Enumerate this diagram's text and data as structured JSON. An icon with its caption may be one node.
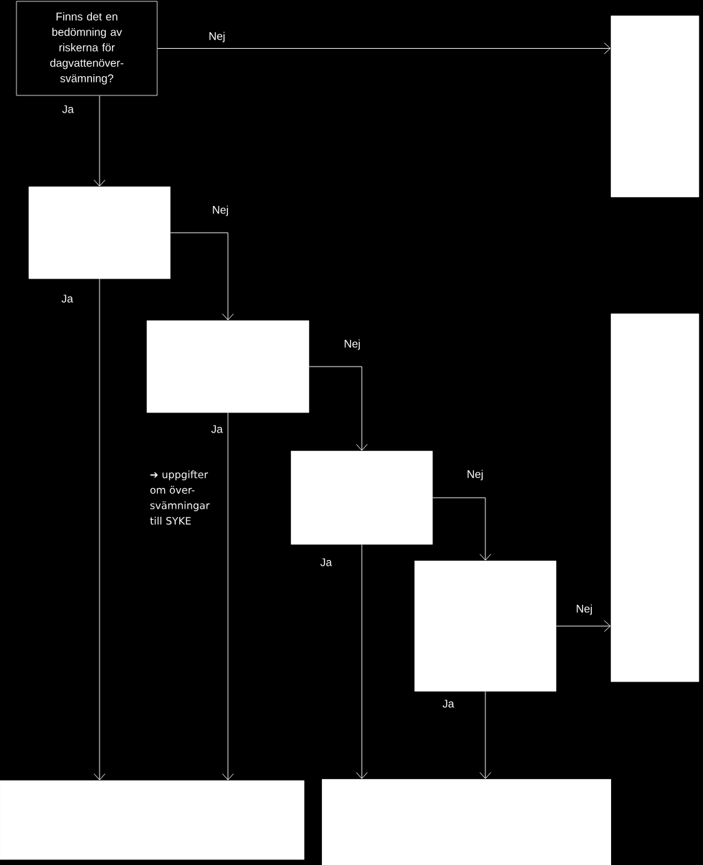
{
  "diagram": {
    "nodes": [
      {
        "text": [
          "Finns det en bedömning av riskerna för dagvattenöver- svämning?"
        ]
      },
      {
        "text": [],
        "shape": "box"
      },
      {
        "text": [],
        "shape": "box"
      },
      {
        "text": [],
        "shape": "box"
      },
      {
        "text": [],
        "shape": "box"
      },
      {
        "text": [],
        "shape": "box"
      },
      {
        "text": [],
        "shape": "box"
      },
      {
        "text": [],
        "shape": "box"
      },
      {
        "text": [],
        "shape": "box"
      }
    ],
    "edges": [
      {
        "from": 0,
        "to": 1,
        "arrow": "to",
        "label": "Nej"
      },
      {
        "from": 0,
        "to": 2,
        "arrow": "to",
        "label": "Ja"
      },
      {
        "from": 2,
        "to": 3,
        "arrow": "to",
        "label": "Nej"
      },
      {
        "from": 2,
        "to": 7,
        "arrow": "to",
        "label": "Ja"
      },
      {
        "from": 3,
        "to": 4,
        "arrow": "to",
        "label": "Nej"
      },
      {
        "from": 3,
        "to": 7,
        "arrow": "to",
        "label": "Ja"
      },
      {
        "from": 4,
        "to": 5,
        "arrow": "to",
        "label": "Nej"
      },
      {
        "from": 4,
        "to": 8,
        "arrow": "to",
        "label": "Ja"
      },
      {
        "from": 5,
        "to": 6,
        "arrow": "to",
        "label": "Nej"
      },
      {
        "from": 5,
        "to": 8,
        "arrow": "to",
        "label": "Ja"
      }
    ],
    "labels": [
      "➔ uppgifter om över- svämningar till SYKE"
    ]
  }
}
